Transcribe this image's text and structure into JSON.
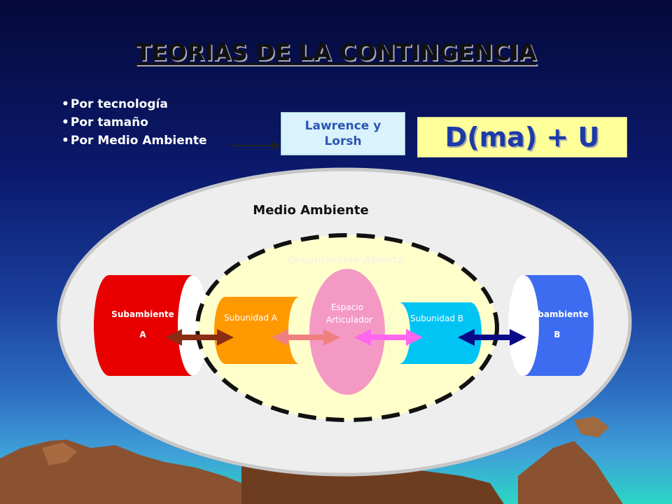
{
  "title": "TEORIAS DE LA CONTINGENCIA",
  "bullets": [
    "Por tecnología",
    "Por tamaño",
    "Por Medio Ambiente"
  ],
  "lawrence_box": "Lawrence y Lorsh",
  "formula": "D(ma) + U",
  "diagram": {
    "environment_label": "Medio Ambiente",
    "organization_label": "Organización Abierta",
    "subambiente_a": {
      "line1": "Subambiente",
      "line2": "A"
    },
    "subambiente_b": {
      "line1": "Subambiente",
      "line2": "B"
    },
    "subunidad_a": "Subunidad A",
    "subunidad_b": "Subunidad B",
    "espacio": {
      "line1": "Espacio",
      "line2": "Articulador"
    }
  },
  "colors": {
    "subambiente_a": "#e80000",
    "subambiente_b": "#3d6cf0",
    "subunidad_a": "#ff9900",
    "subunidad_b": "#00c4f4",
    "espacio": "#f499c4",
    "organization": "#ffffcc",
    "environment": "#eeeeee"
  }
}
